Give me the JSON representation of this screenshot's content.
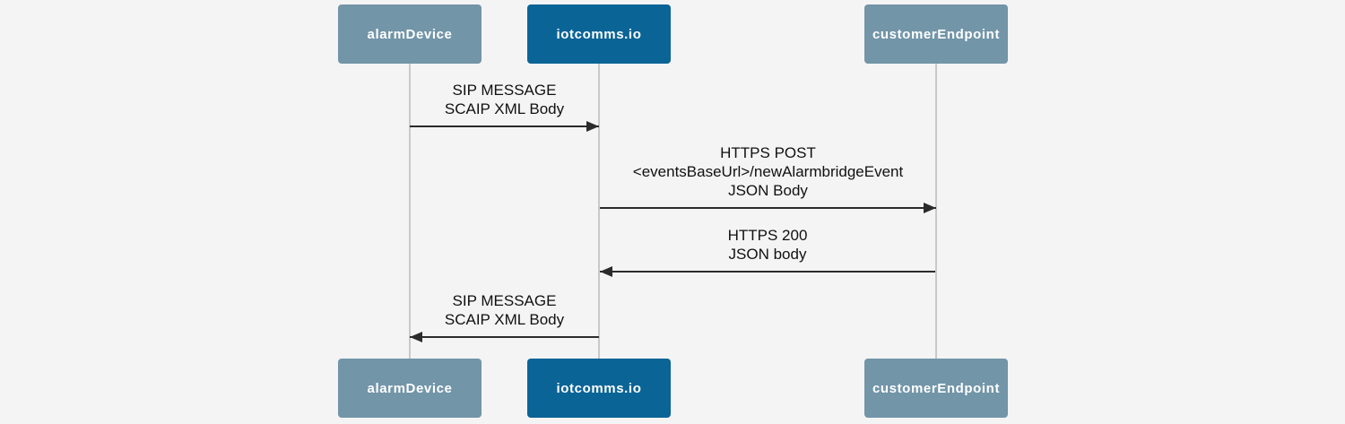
{
  "diagram": {
    "type": "sequence-diagram",
    "background_color": "#f5f4f5",
    "lifeline_color": "#c9c9c9",
    "arrow_color": "#2b2b2b",
    "actors": [
      {
        "id": "alarmDevice",
        "label": "alarmDevice",
        "color": "#7295a8"
      },
      {
        "id": "iotcomms.io",
        "label": "iotcomms.io",
        "color": "#0b6496"
      },
      {
        "id": "customerEndpoint",
        "label": "customerEndpoint",
        "color": "#7295a8"
      }
    ],
    "messages": [
      {
        "from": "alarmDevice",
        "to": "iotcomms.io",
        "direction": "right",
        "lines": [
          "SIP MESSAGE",
          "SCAIP XML Body"
        ]
      },
      {
        "from": "iotcomms.io",
        "to": "customerEndpoint",
        "direction": "right",
        "lines": [
          "HTTPS POST",
          "<eventsBaseUrl>/newAlarmbridgeEvent",
          "JSON Body"
        ]
      },
      {
        "from": "customerEndpoint",
        "to": "iotcomms.io",
        "direction": "left",
        "lines": [
          "HTTPS 200",
          "JSON body"
        ]
      },
      {
        "from": "iotcomms.io",
        "to": "alarmDevice",
        "direction": "left",
        "lines": [
          "SIP MESSAGE",
          "SCAIP XML Body"
        ]
      }
    ]
  }
}
